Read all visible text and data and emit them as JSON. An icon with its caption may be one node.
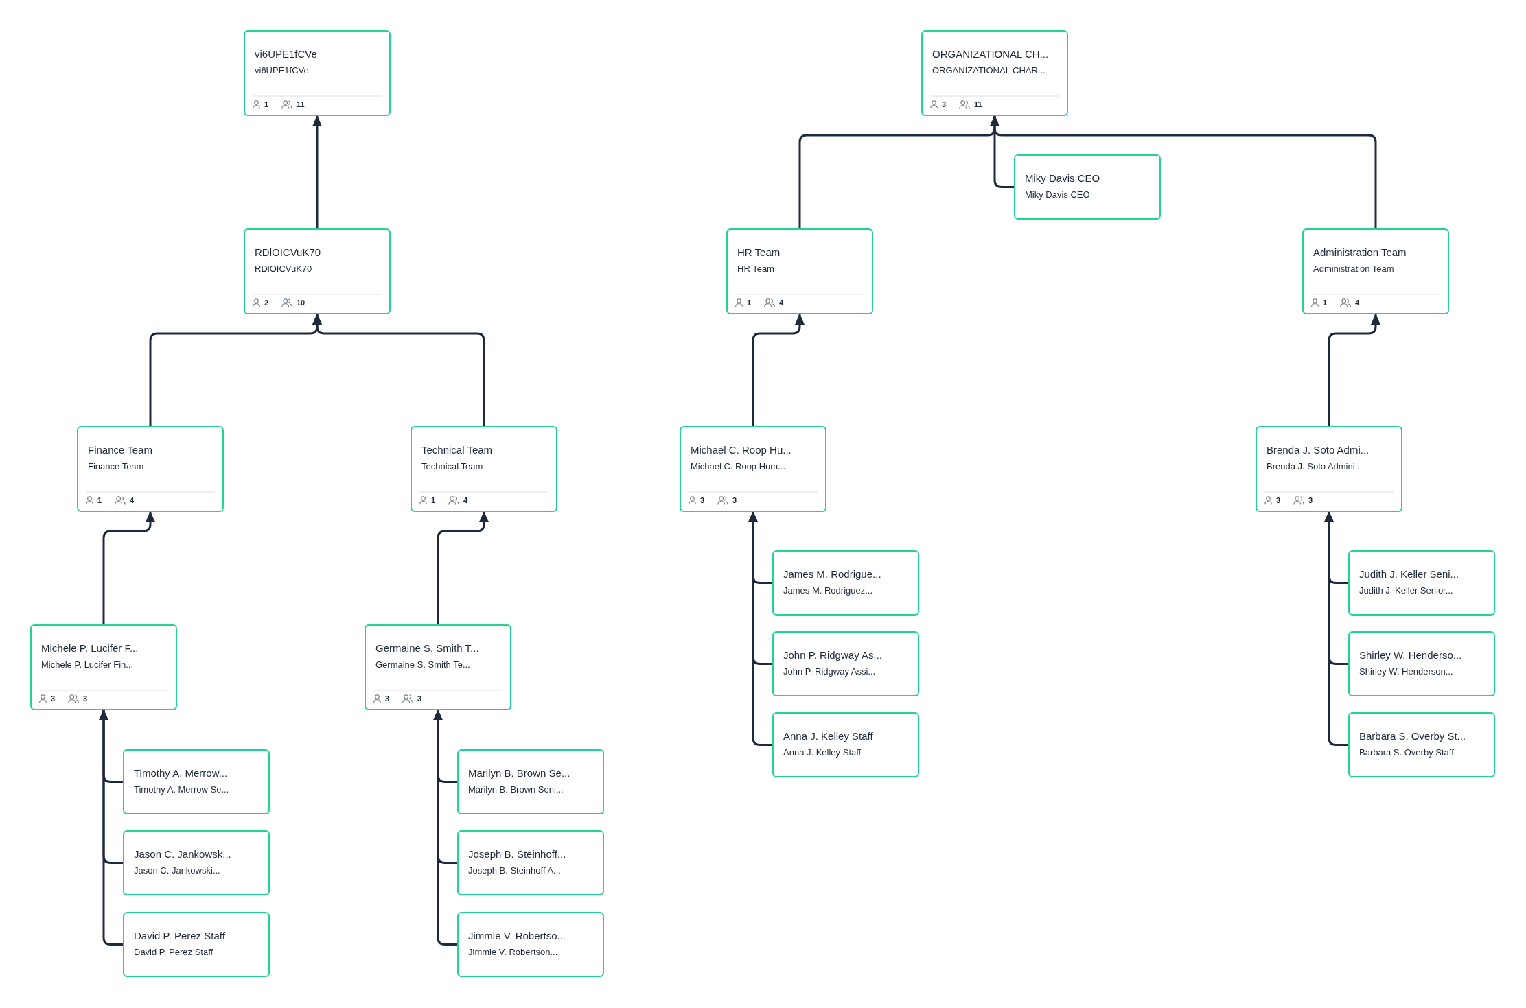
{
  "diagram": {
    "nodes": [
      {
        "text": [
          "vi6UPE1fCVe",
          "vi6UPE1fCVe",
          "1",
          "11"
        ]
      },
      {
        "text": [
          "ORGANIZATIONAL CH...",
          "ORGANIZATIONAL CHAR...",
          "3",
          "11"
        ]
      },
      {
        "text": [
          "Miky Davis CEO",
          "Miky Davis CEO"
        ]
      },
      {
        "text": [
          "RDlOICVuK70",
          "RDlOICVuK70",
          "2",
          "10"
        ]
      },
      {
        "text": [
          "HR Team",
          "HR Team",
          "1",
          "4"
        ]
      },
      {
        "text": [
          "Administration Team",
          "Administration Team",
          "1",
          "4"
        ]
      },
      {
        "text": [
          "Finance Team",
          "Finance Team",
          "1",
          "4"
        ]
      },
      {
        "text": [
          "Technical Team",
          "Technical Team",
          "1",
          "4"
        ]
      },
      {
        "text": [
          "Michael C. Roop Hu...",
          "Michael C. Roop Hum...",
          "3",
          "3"
        ]
      },
      {
        "text": [
          "Brenda J. Soto Admi...",
          "Brenda J. Soto Admini...",
          "3",
          "3"
        ]
      },
      {
        "text": [
          "James M. Rodrigue...",
          "James M. Rodriguez..."
        ]
      },
      {
        "text": [
          "Judith J. Keller Seni...",
          "Judith J. Keller Senior..."
        ]
      },
      {
        "text": [
          "John P. Ridgway As...",
          "John P. Ridgway Assi..."
        ]
      },
      {
        "text": [
          "Shirley W. Henderso...",
          "Shirley W. Henderson..."
        ]
      },
      {
        "text": [
          "Anna J. Kelley Staff",
          "Anna J. Kelley Staff"
        ]
      },
      {
        "text": [
          "Barbara S. Overby St...",
          "Barbara S. Overby Staff"
        ]
      },
      {
        "text": [
          "Michele P. Lucifer F...",
          "Michele P. Lucifer Fin...",
          "3",
          "3"
        ]
      },
      {
        "text": [
          "Germaine S. Smith T...",
          "Germaine S. Smith Te...",
          "3",
          "3"
        ]
      },
      {
        "text": [
          "Timothy A. Merrow...",
          "Timothy A. Merrow Se..."
        ]
      },
      {
        "text": [
          "Marilyn B. Brown Se...",
          "Marilyn B. Brown Seni..."
        ]
      },
      {
        "text": [
          "Jason C. Jankowsk...",
          "Jason C. Jankowski..."
        ]
      },
      {
        "text": [
          "Joseph B. Steinhoff...",
          "Joseph B. Steinhoff A..."
        ]
      },
      {
        "text": [
          "David P. Perez Staff",
          "David P. Perez Staff"
        ]
      },
      {
        "text": [
          "Jimmie V. Robertso...",
          "Jimmie V. Robertson..."
        ]
      }
    ],
    "edges": [
      {
        "from": 3,
        "to": 0,
        "arrow": "to"
      },
      {
        "from": 2,
        "to": 1,
        "arrow": "to"
      },
      {
        "from": 4,
        "to": 1,
        "arrow": "to"
      },
      {
        "from": 5,
        "to": 1,
        "arrow": "to"
      },
      {
        "from": 6,
        "to": 3,
        "arrow": "to"
      },
      {
        "from": 7,
        "to": 3,
        "arrow": "to"
      },
      {
        "from": 8,
        "to": 4,
        "arrow": "to"
      },
      {
        "from": 9,
        "to": 5,
        "arrow": "to"
      },
      {
        "from": 10,
        "to": 8,
        "arrow": "to"
      },
      {
        "from": 12,
        "to": 8,
        "arrow": "to"
      },
      {
        "from": 14,
        "to": 8,
        "arrow": "to"
      },
      {
        "from": 11,
        "to": 9,
        "arrow": "to"
      },
      {
        "from": 13,
        "to": 9,
        "arrow": "to"
      },
      {
        "from": 15,
        "to": 9,
        "arrow": "to"
      },
      {
        "from": 16,
        "to": 6,
        "arrow": "to"
      },
      {
        "from": 17,
        "to": 7,
        "arrow": "to"
      },
      {
        "from": 18,
        "to": 16,
        "arrow": "to"
      },
      {
        "from": 20,
        "to": 16,
        "arrow": "to"
      },
      {
        "from": 22,
        "to": 16,
        "arrow": "to"
      },
      {
        "from": 19,
        "to": 17,
        "arrow": "to"
      },
      {
        "from": 21,
        "to": 17,
        "arrow": "to"
      },
      {
        "from": 23,
        "to": 17,
        "arrow": "to"
      }
    ]
  }
}
